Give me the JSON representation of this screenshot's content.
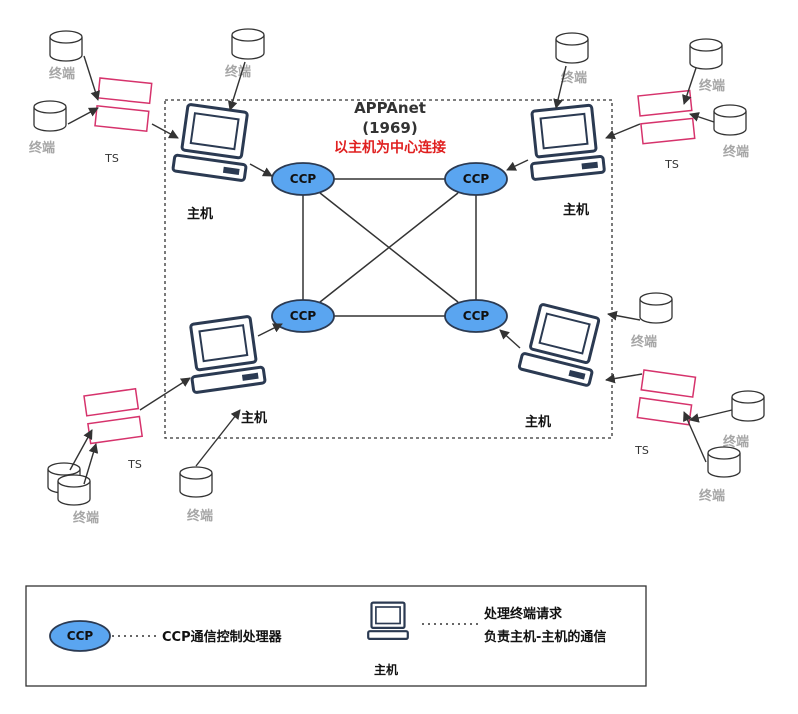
{
  "diagram": {
    "title": "APPAnet",
    "year": "(1969)",
    "subtitle": "以主机为中心连接",
    "ccp_label": "CCP",
    "host_label": "主机",
    "terminal_label": "终端",
    "ts_label": "TS",
    "colors": {
      "ccp_fill": "#5aa5f0",
      "ccp_stroke": "#2b3a52",
      "ts_stroke": "#d6336c",
      "subtitle": "#e02020",
      "terminal_label": "#a6a6a6",
      "host_stroke": "#2b3a52"
    }
  },
  "legend": {
    "ccp_symbol": "CCP",
    "ccp_desc": "CCP通信控制处理器",
    "host_label": "主机",
    "host_desc_1": "处理终端请求",
    "host_desc_2": "负责主机-主机的通信"
  }
}
